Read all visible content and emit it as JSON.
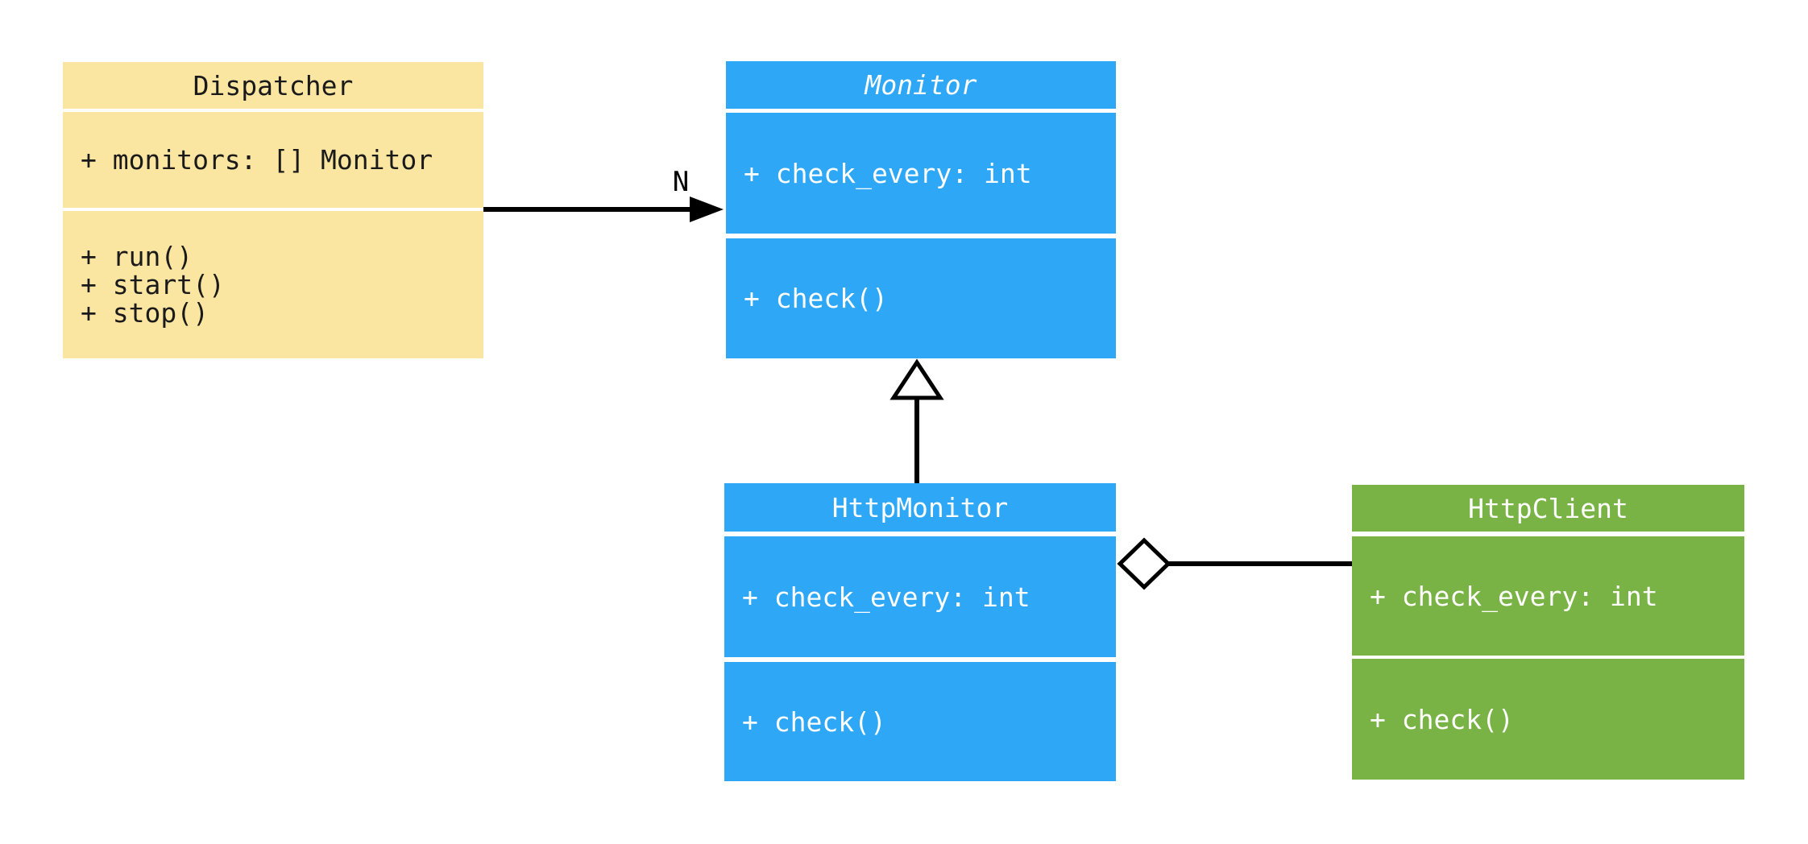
{
  "diagram": {
    "type": "uml-class-diagram",
    "background": "#ffffff",
    "connector_color": "#000000",
    "classes": [
      {
        "name": "Dispatcher",
        "abstract": false,
        "fill": "#fae5a1",
        "text_color": "#1a1a1a",
        "attributes": [
          "+ monitors: [] Monitor"
        ],
        "methods": [
          "+ run()",
          "+ start()",
          "+ stop()"
        ]
      },
      {
        "name": "Monitor",
        "abstract": true,
        "fill": "#2ea7f7",
        "text_color": "#ffffff",
        "attributes": [
          "+ check_every: int"
        ],
        "methods": [
          "+ check()"
        ]
      },
      {
        "name": "HttpMonitor",
        "abstract": false,
        "fill": "#2ea7f7",
        "text_color": "#ffffff",
        "attributes": [
          "+ check_every: int"
        ],
        "methods": [
          "+ check()"
        ]
      },
      {
        "name": "HttpClient",
        "abstract": false,
        "fill": "#7ab345",
        "text_color": "#ffffff",
        "attributes": [
          "+ check_every: int"
        ],
        "methods": [
          "+ check()"
        ]
      }
    ],
    "relations": [
      {
        "type": "association-arrow",
        "from": "Dispatcher",
        "to": "Monitor",
        "label": "N"
      },
      {
        "type": "inheritance-hollow-triangle",
        "from": "HttpMonitor",
        "to": "Monitor",
        "label": ""
      },
      {
        "type": "aggregation-hollow-diamond",
        "from": "HttpMonitor",
        "to": "HttpClient",
        "label": ""
      }
    ]
  }
}
